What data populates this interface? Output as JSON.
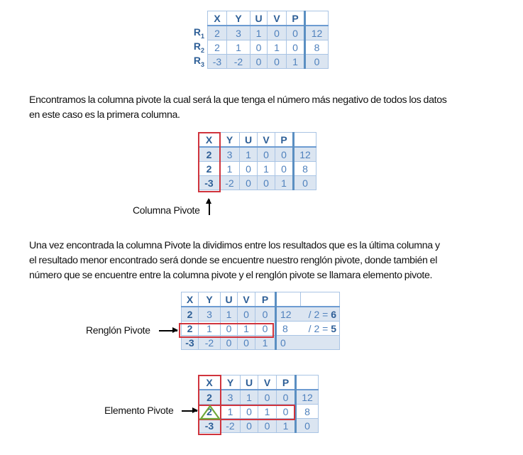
{
  "colors": {
    "cell_band": "#dbe5f1",
    "cell_border": "#a9c4e4",
    "cell_text": "#4f81bd",
    "header_text": "#2e5f97",
    "separator": "#5b8fc2",
    "highlight_red": "#d0343d",
    "pivot_triangle_green": "#70a83a"
  },
  "table_headers": [
    "X",
    "Y",
    "U",
    "V",
    "P",
    ""
  ],
  "table1": {
    "row_labels": [
      {
        "main": "R",
        "sub": "1"
      },
      {
        "main": "R",
        "sub": "2"
      },
      {
        "main": "R",
        "sub": "3"
      }
    ],
    "rows": [
      [
        "2",
        "3",
        "1",
        "0",
        "0",
        "12"
      ],
      [
        "2",
        "1",
        "0",
        "1",
        "0",
        "8"
      ],
      [
        "-3",
        "-2",
        "0",
        "0",
        "1",
        "0"
      ]
    ]
  },
  "paragraph1": {
    "lines": [
      "Encontramos la columna pivote la cual será la que tenga el número más negativo de todos los datos",
      "en este caso es la primera columna."
    ]
  },
  "table2": {
    "rows": [
      [
        "2",
        "3",
        "1",
        "0",
        "0",
        "12"
      ],
      [
        "2",
        "1",
        "0",
        "1",
        "0",
        "8"
      ],
      [
        "-3",
        "-2",
        "0",
        "0",
        "1",
        "0"
      ]
    ],
    "annotation_label": "Columna Pivote"
  },
  "paragraph2": {
    "lines": [
      "Una vez encontrada la columna Pivote la dividimos entre los resultados que es la última columna y",
      "el resultado menor encontrado será donde se encuentre nuestro renglón pivote, donde también el",
      "número que se encuentre entre la columna pivote y el renglón pivote se llamara elemento pivote."
    ]
  },
  "table3": {
    "rows": [
      [
        "2",
        "3",
        "1",
        "0",
        "0",
        "12"
      ],
      [
        "2",
        "1",
        "0",
        "1",
        "0",
        "8"
      ],
      [
        "-3",
        "-2",
        "0",
        "0",
        "1",
        "0"
      ]
    ],
    "ratios": [
      {
        "expr": "/ 2 = ",
        "result": "6"
      },
      {
        "expr": "/ 2 = ",
        "result": "5"
      },
      {
        "expr": "",
        "result": ""
      }
    ],
    "annotation_label": "Renglón Pivote"
  },
  "table4": {
    "rows": [
      [
        "2",
        "3",
        "1",
        "0",
        "0",
        "12"
      ],
      [
        "2",
        "1",
        "0",
        "1",
        "0",
        "8"
      ],
      [
        "-3",
        "-2",
        "0",
        "0",
        "1",
        "0"
      ]
    ],
    "annotation_label": "Elemento Pivote"
  }
}
